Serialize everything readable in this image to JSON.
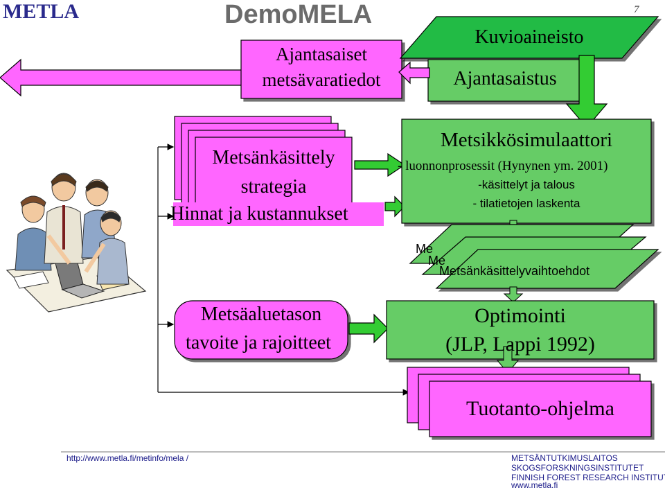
{
  "header": {
    "logo_text": "METLA",
    "title": "DemoMELA",
    "page_number": "7"
  },
  "nodes": {
    "current_data": {
      "line1": "Ajantasaiset",
      "line2": "metsävaratiedot"
    },
    "kuvioaineisto": "Kuvioaineisto",
    "ajantasaistus": "Ajantasaistus",
    "strategy": {
      "line1": "Metsänkäsittely",
      "line2": "strategia"
    },
    "prices": "Hinnat ja kustannukset",
    "simulator": {
      "title": "Metsikkösimulaattori",
      "line1": "- luonnonprosessit (Hynynen ym. 2001)",
      "line2": "-käsittelyt ja talous",
      "line3": "- tilatietojen laskenta"
    },
    "alternatives": {
      "back1": "Me",
      "back2": "Me",
      "front": "Metsänkäsittelyvaihtoehdot"
    },
    "goals": {
      "line1": "Metsäaluetason",
      "line2": "tavoite ja rajoitteet"
    },
    "optimization": {
      "line1": "Optimointi",
      "line2": "(JLP, Lappi 1992)"
    },
    "production": "Tuotanto-ohjelma"
  },
  "footer": {
    "url": "http://www.metla.fi/metinfo/mela /",
    "org1": "METSÄNTUTKIMUSLAITOS",
    "org2": "SKOGSFORSKNINGSINSTITUTET",
    "org3": "FINNISH FOREST RESEARCH INSTITUTE",
    "org4": "www.metla.fi"
  },
  "colors": {
    "magenta_box": "#ff66ff",
    "green_box": "#66cc66",
    "green_arrow": "#33cc33",
    "logo_blue": "#2a2a8c",
    "title_gray": "#6b6b6b",
    "footer_blue": "#1c1c8a"
  },
  "icons": {
    "people_clipart": "people-at-laptop-illustration"
  }
}
